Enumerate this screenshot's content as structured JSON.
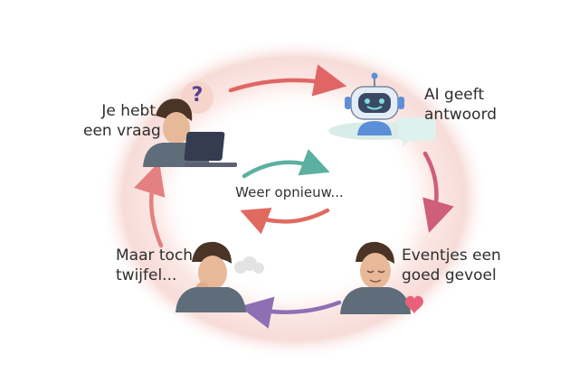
{
  "steps": [
    {
      "label_lines": [
        "Je hebt",
        "een vraag"
      ]
    },
    {
      "label_lines": [
        "AI geeft",
        "antwoord"
      ]
    },
    {
      "label_lines": [
        "Eventjes een",
        "goed gevoel"
      ]
    },
    {
      "label_lines": [
        "Maar toch",
        "twijfel..."
      ]
    }
  ],
  "center": {
    "label": "Weer opnieuw..."
  },
  "icons": {
    "question": "?",
    "heart": "heart-icon",
    "thought_cloud": "cloud-icon",
    "laptop": "laptop-icon",
    "robot": "robot-icon",
    "speech_bubble": "speech-bubble-icon"
  },
  "colors": {
    "ring": "#f7dede",
    "arrow_top": "#e06666",
    "arrow_right": "#d46a7e",
    "arrow_bottom": "#8e6fb3",
    "arrow_left": "#e48080",
    "center_teal": "#5cb0a0",
    "center_red": "#e06a60",
    "robot": "#5b8fd8",
    "heart": "#e8607a"
  }
}
